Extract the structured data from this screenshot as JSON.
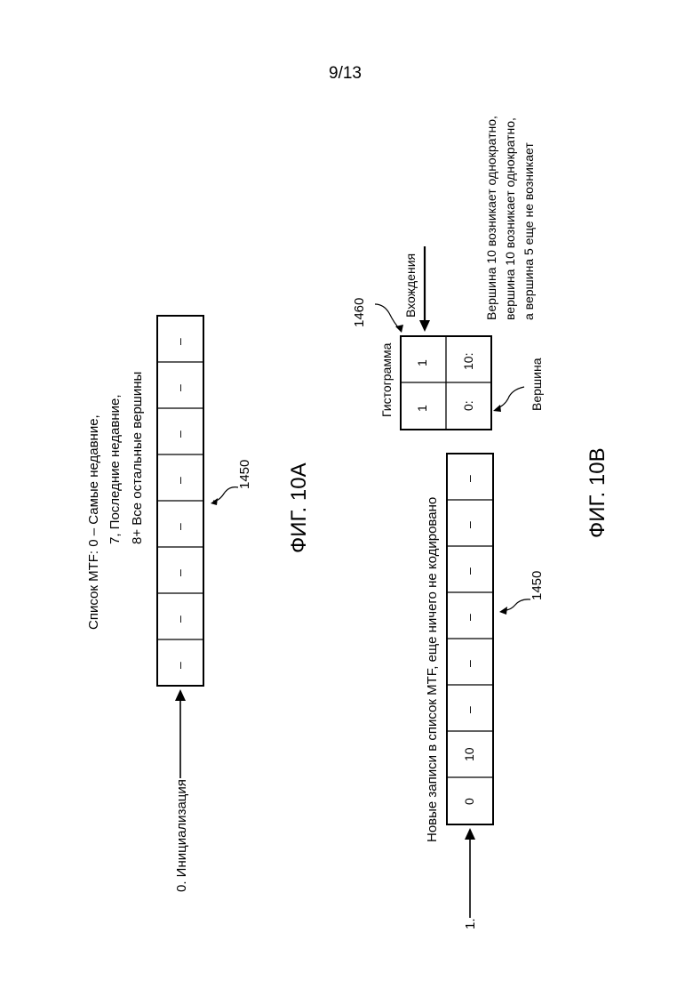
{
  "page_number": "9/13",
  "fig10a": {
    "caption": "ФИГ. 10А",
    "init_label": "0. Инициализация",
    "list_legend": [
      "Список MTF: 0 – Самые недавние,",
      "7, Последние недавние,",
      "8+ Все остальные вершины"
    ],
    "ref": "1450",
    "cells": [
      "–",
      "–",
      "–",
      "–",
      "–",
      "–",
      "–",
      "–"
    ]
  },
  "fig10b": {
    "caption": "ФИГ. 10В",
    "step_label": "1.",
    "new_entries_label": "Новые записи в список MTF, еще ничего не кодировано",
    "ref_list": "1450",
    "ref_hist": "1460",
    "cells": [
      "0",
      "10",
      "–",
      "–",
      "–",
      "–",
      "–",
      "–"
    ],
    "histogram_label": "Гистограмма",
    "occurrences_label": "Вхождения",
    "vertex_label": "Вершина",
    "hist_counts": [
      "1",
      "1"
    ],
    "hist_vertices": [
      "0:",
      "10:"
    ],
    "note": [
      "Вершина 10 возникает однократно,",
      "вершина 10 возникает однократно,",
      "а вершина 5 еще не возникает"
    ]
  }
}
